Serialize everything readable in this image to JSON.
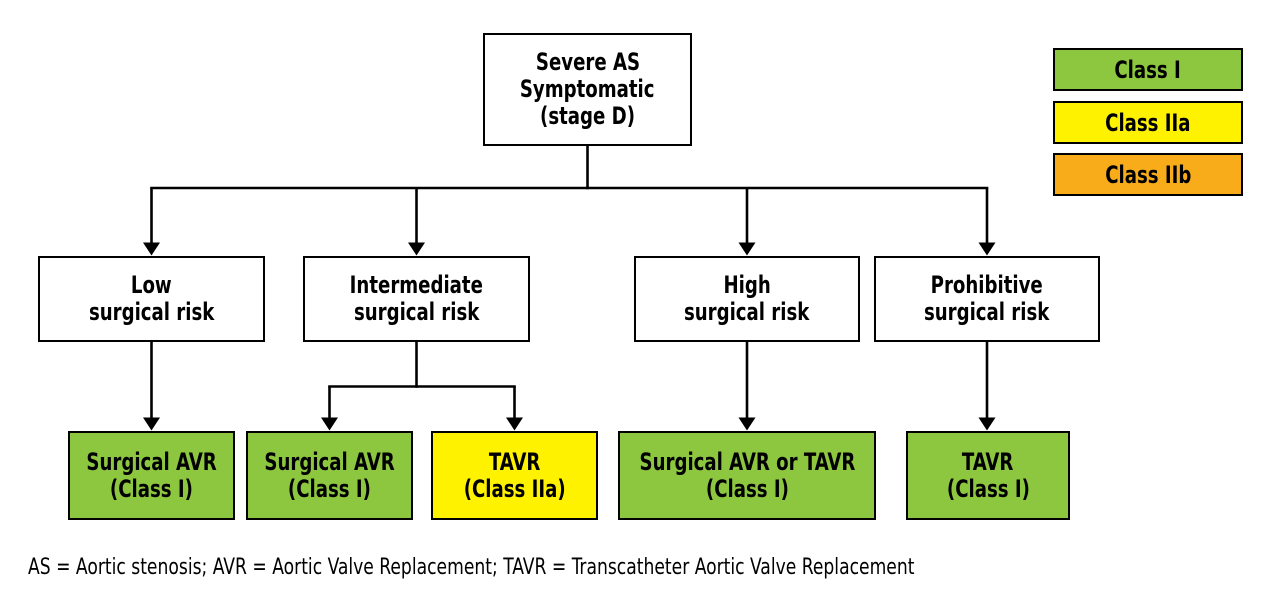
{
  "diagram": {
    "root": {
      "line1": "Severe AS",
      "line2": "Symptomatic",
      "line3": "(stage D)"
    },
    "risk_nodes": [
      {
        "line1": "Low",
        "line2": "surgical risk"
      },
      {
        "line1": "Intermediate",
        "line2": "surgical risk"
      },
      {
        "line1": "High",
        "line2": "surgical risk"
      },
      {
        "line1": "Prohibitive",
        "line2": "surgical risk"
      }
    ],
    "outcome_nodes": [
      {
        "line1": "Surgical AVR",
        "line2": "(Class I)",
        "class_color": "#8DC63F"
      },
      {
        "line1": "Surgical AVR",
        "line2": "(Class I)",
        "class_color": "#8DC63F"
      },
      {
        "line1": "TAVR",
        "line2": "(Class IIa)",
        "class_color": "#FFF200"
      },
      {
        "line1": "Surgical AVR or TAVR",
        "line2": "(Class I)",
        "class_color": "#8DC63F"
      },
      {
        "line1": "TAVR",
        "line2": "(Class I)",
        "class_color": "#8DC63F"
      }
    ],
    "legend": [
      {
        "label": "Class I",
        "color": "#8DC63F"
      },
      {
        "label": "Class IIa",
        "color": "#FFF200"
      },
      {
        "label": "Class IIb",
        "color": "#F9AC19"
      }
    ],
    "footnote": "AS = Aortic stenosis; AVR = Aortic Valve Replacement; TAVR = Transcatheter Aortic Valve Replacement",
    "colors": {
      "class_i": "#8DC63F",
      "class_iia": "#FFF200",
      "class_iib": "#F9AC19",
      "line": "#000000",
      "background": "#FFFFFF"
    }
  }
}
